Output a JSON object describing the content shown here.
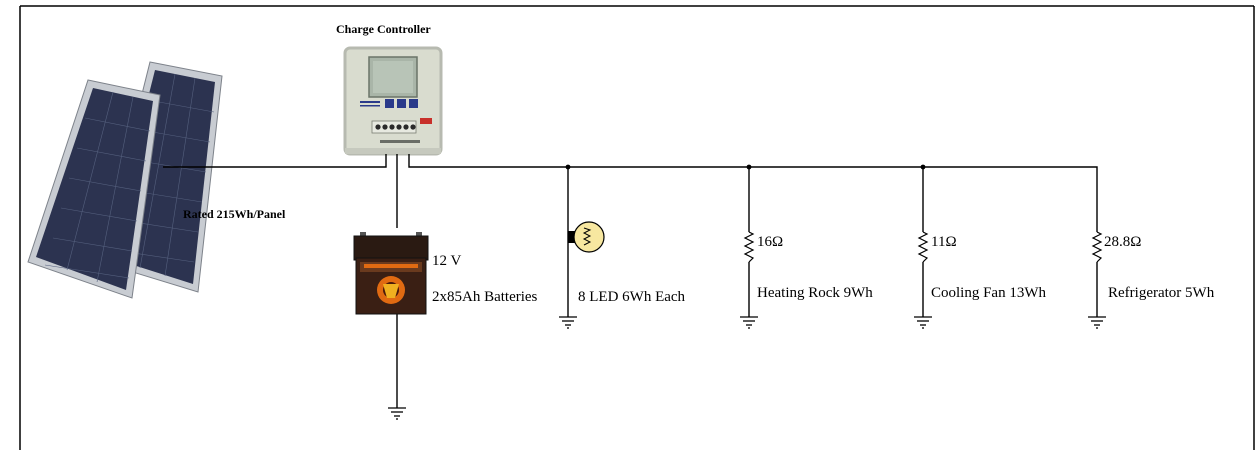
{
  "labels": {
    "charge_controller": "Charge Controller",
    "panel_rating": "Rated 215Wh/Panel",
    "battery_voltage": "12 V",
    "battery_spec": "2x85Ah  Batteries",
    "led": "8  LED  6Wh  Each",
    "heating_rock_res": "16Ω",
    "heating_rock": "Heating  Rock  9Wh",
    "cooling_fan_res": "11Ω",
    "cooling_fan": "Cooling  Fan  13Wh",
    "refrigerator_res": "28.8Ω",
    "refrigerator": "Refrigerator  5Wh"
  },
  "colors": {
    "wire": "#000000",
    "panel_frame": "#c8ccd2",
    "panel_cell": "#2c3350",
    "controller_body": "#d9dccf",
    "controller_screen": "#a9b5a8",
    "controller_button": "#2a3a8a",
    "battery_body": "#3a1f14",
    "battery_accent": "#e06a12",
    "bulb_fill": "#f7e7a0"
  }
}
